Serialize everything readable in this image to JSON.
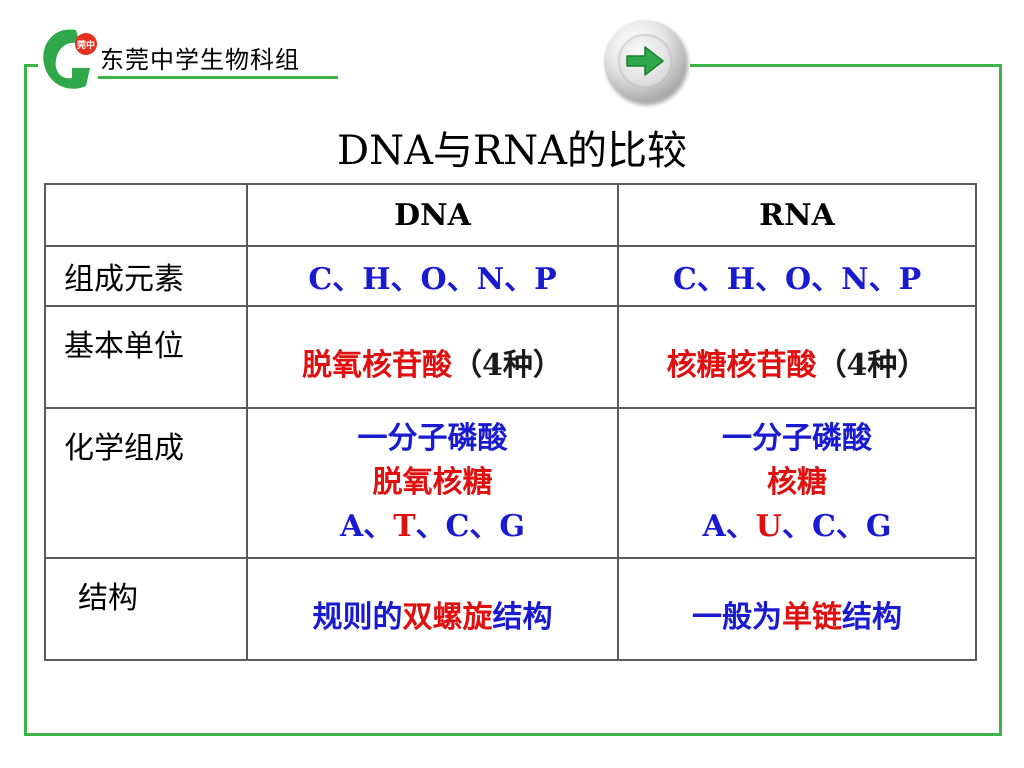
{
  "header": {
    "org_name": "东莞中学生物科组",
    "logo_badge": "莞中",
    "title": "DNA与RNA的比较"
  },
  "colors": {
    "frame_green": "#3cb44a",
    "blue_text": "#1a1ad0",
    "red_text": "#e01010",
    "next_arrow": "#2fa84a"
  },
  "icons": {
    "next": "right-arrow-icon"
  },
  "table": {
    "columns": [
      "",
      "DNA",
      "RNA"
    ],
    "rows": [
      {
        "label": "组成元素",
        "dna": "C、H、O、N、P",
        "rna": "C、H、O、N、P"
      },
      {
        "label": "基本单位",
        "dna_red": "脱氧核苷酸",
        "dna_suffix": "（4种）",
        "rna_red": "核糖核苷酸",
        "rna_suffix": "（4种）"
      },
      {
        "label": "化学组成",
        "dna_line1": "一分子磷酸",
        "dna_line2": "脱氧核糖",
        "dna_bases_a": "A、",
        "dna_bases_special": "T",
        "dna_bases_b": "、C、G",
        "rna_line1": "一分子磷酸",
        "rna_line2": "核糖",
        "rna_bases_a": "A、",
        "rna_bases_special": "U",
        "rna_bases_b": "、C、G"
      },
      {
        "label": "结构",
        "dna_a": "规则的",
        "dna_red": "双螺旋",
        "dna_b": "结构",
        "rna_a": "一般为",
        "rna_red": "单链",
        "rna_b": "结构"
      }
    ]
  }
}
